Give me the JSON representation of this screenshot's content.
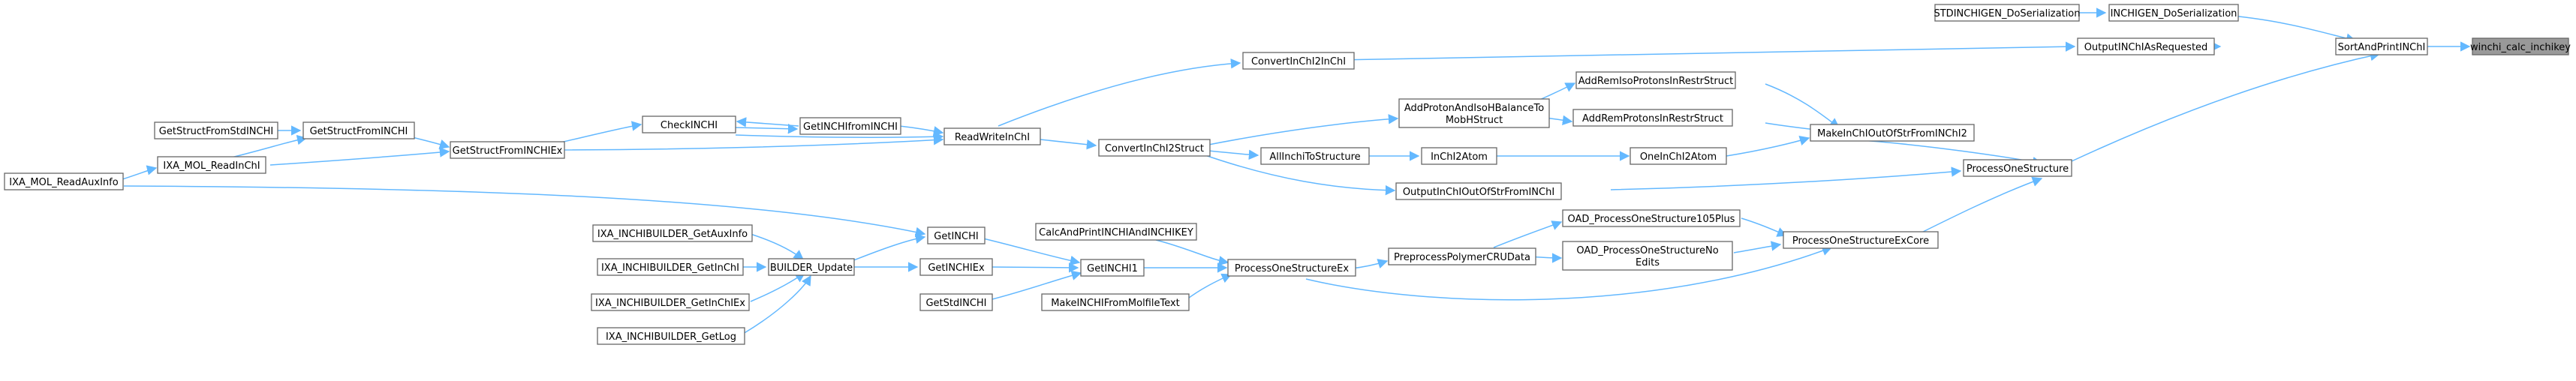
{
  "graph": {
    "root_node": "winchi_calc_inchikey",
    "colors": {
      "edge": "#63b8ff",
      "node_border": "#666666",
      "root_fill": "#999999",
      "background": "#ffffff"
    },
    "nodes": {
      "winchi": "winchi_calc_inchikey",
      "sortandprint": "SortAndPrintINChI",
      "inchigen_doser": "INCHIGEN_DoSerialization",
      "stdinchigen_doser": "STDINCHIGEN_DoSerialization",
      "outputasrequested": "OutputINChIAsRequested",
      "convertinchi2inchi": "ConvertInChI2InChI",
      "processonestructure": "ProcessOneStructure",
      "addremiso": "AddRemIsoProtonsInRestrStruct",
      "addremprotons": "AddRemProtonsInRestrStruct",
      "makeinchi2": "MakeInChIOutOfStrFromINChI2",
      "addproton_l1": "AddProtonAndIsoHBalanceTo",
      "addproton_l2": "MobHStruct",
      "oneinchi2atom": "OneInChI2Atom",
      "inchi2atom": "InChI2Atom",
      "allinchitostructure": "AllInchiToStructure",
      "outputinchioutof": "OutputInChIOutOfStrFromINChI",
      "convertinchi2struct": "ConvertInChI2Struct",
      "readwriteinchi": "ReadWriteInChI",
      "getinchifrominchi": "GetINCHIfromINCHI",
      "checkinchi": "CheckINCHI",
      "getstructfrominchiex": "GetStructFromINCHIEx",
      "getstructfrominchi": "GetStructFromINCHI",
      "getstructfromstdinchi": "GetStructFromStdINCHI",
      "ixa_readinchi": "IXA_MOL_ReadInChI",
      "ixa_readauxinfo": "IXA_MOL_ReadAuxInfo",
      "processonestructureexcore": "ProcessOneStructureExCore",
      "oad105": "OAD_ProcessOneStructure105Plus",
      "oadnoedits_l1": "OAD_ProcessOneStructureNo",
      "oadnoedits_l2": "Edits",
      "preprocesspolymer": "PreprocessPolymerCRUData",
      "processonestructureex": "ProcessOneStructureEx",
      "calcandprint": "CalcAndPrintINCHIAndINCHIKEY",
      "getinchi1": "GetINCHI1",
      "makeinchifrommolfile": "MakeINCHIFromMolfileText",
      "getinchi": "GetINCHI",
      "getinchiex": "GetINCHIEx",
      "getstdinchi": "GetStdINCHI",
      "builder_update": "BUILDER_Update",
      "ixa_getauxinfo": "IXA_INCHIBUILDER_GetAuxInfo",
      "ixa_getinchi": "IXA_INCHIBUILDER_GetInChI",
      "ixa_getinchiex": "IXA_INCHIBUILDER_GetInChIEx",
      "ixa_getlog": "IXA_INCHIBUILDER_GetLog"
    }
  }
}
